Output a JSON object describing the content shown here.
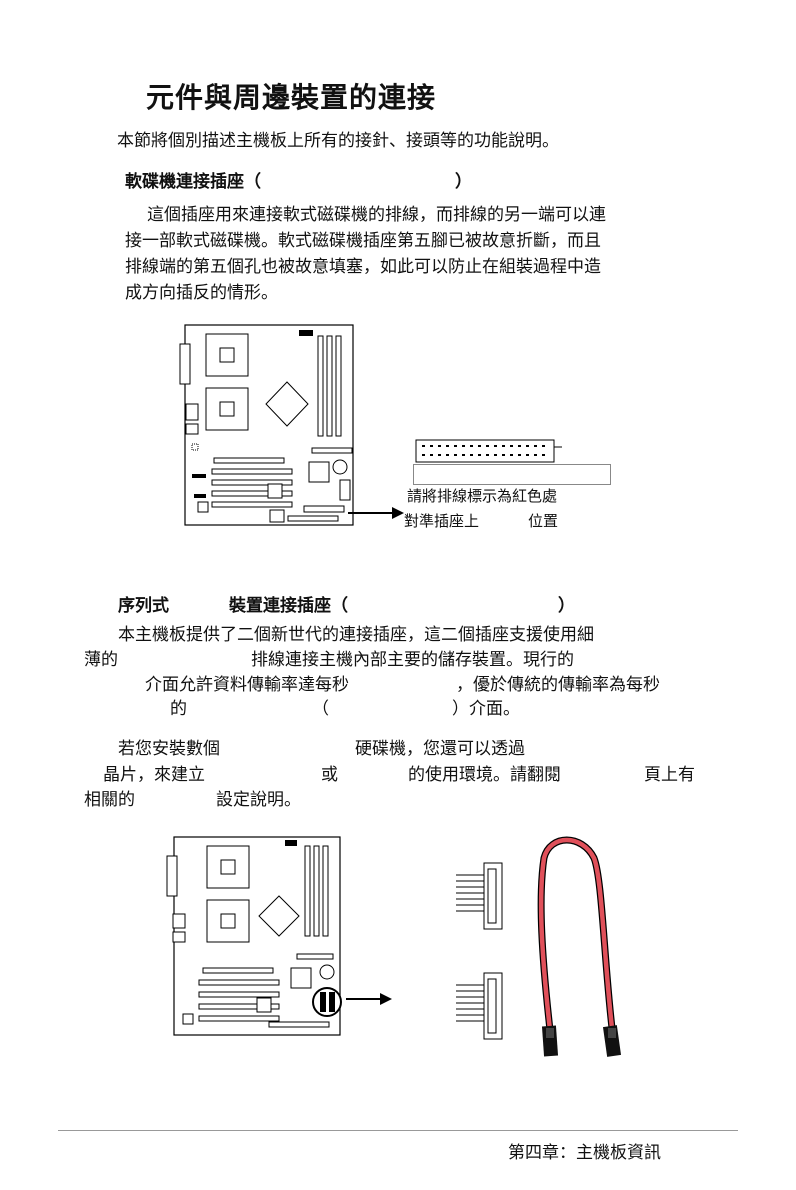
{
  "title": "元件與周邊裝置的連接",
  "intro": "本節將個別描述主機板上所有的接針、接頭等的功能說明。",
  "floppy": {
    "heading": "軟碟機連接插座（",
    "heading_end": "）",
    "body": [
      "這個插座用來連接軟式磁碟機的排線，而排線的另一端可以連",
      "接一部軟式磁碟機。軟式磁碟機插座第五腳已被故意折斷，而且",
      "排線端的第五個孔也被故意填塞，如此可以防止在組裝過程中造",
      "成方向插反的情形。"
    ],
    "note_line1": "請將排線標示為紅色處",
    "note_line2_a": "對準插座上",
    "note_line2_b": "位置"
  },
  "sata": {
    "heading_a": "序列式",
    "heading_b": "裝置連接插座（",
    "heading_end": "）",
    "line1": "本主機板提供了二個新世代的連接插座，這二個插座支援使用細",
    "line2_a": "薄的",
    "line2_b": "排線連接主機內部主要的儲存裝置。現行的",
    "line3_a": "介面允許資料傳輸率達每秒",
    "line3_b": "，優於傳統的傳輸率為每秒",
    "line4_a": "的",
    "line4_b": "（",
    "line4_c": "）介面。",
    "line5_a": "若您安裝數個",
    "line5_b": "硬碟機，您還可以透過",
    "line6_a": "晶片，來建立",
    "line6_b": "或",
    "line6_c": "的使用環境。請翻閱",
    "line6_d": "頁上有",
    "line7_a": "相關的",
    "line7_b": "設定說明。"
  },
  "footer": "第四章：主機板資訊"
}
